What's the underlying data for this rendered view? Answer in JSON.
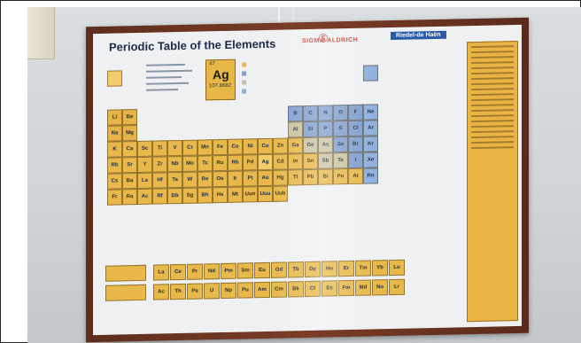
{
  "poster": {
    "title": "Periodic Table of the Elements",
    "sigma_brand": "SIGMA-ALDRICH",
    "riedel_brand": "Riedel-de Haën",
    "legend_element": {
      "number": "47",
      "symbol": "Ag",
      "mass": "107.8682"
    }
  },
  "periodic_rows": [
    {
      "period": 1,
      "cells": [
        {
          "g": 1,
          "sym": "",
          "cls": "hl"
        },
        {
          "g": 18,
          "sym": "",
          "cls": "noble"
        }
      ]
    },
    {
      "period": 2,
      "cells": [
        {
          "g": 1,
          "sym": "Li",
          "cls": "alkali"
        },
        {
          "g": 2,
          "sym": "Be",
          "cls": "alkali"
        },
        {
          "g": 13,
          "sym": "B",
          "cls": "nonmetal"
        },
        {
          "g": 14,
          "sym": "C",
          "cls": "nonmetal"
        },
        {
          "g": 15,
          "sym": "N",
          "cls": "nonmetal"
        },
        {
          "g": 16,
          "sym": "O",
          "cls": "nonmetal"
        },
        {
          "g": 17,
          "sym": "F",
          "cls": "nonmetal"
        },
        {
          "g": 18,
          "sym": "Ne",
          "cls": "noble"
        }
      ]
    },
    {
      "period": 3,
      "cells": [
        {
          "g": 1,
          "sym": "Na",
          "cls": "alkali"
        },
        {
          "g": 2,
          "sym": "Mg",
          "cls": "alkali"
        },
        {
          "g": 13,
          "sym": "Al",
          "cls": "metalloid"
        },
        {
          "g": 14,
          "sym": "Si",
          "cls": "nonmetal"
        },
        {
          "g": 15,
          "sym": "P",
          "cls": "nonmetal"
        },
        {
          "g": 16,
          "sym": "S",
          "cls": "nonmetal"
        },
        {
          "g": 17,
          "sym": "Cl",
          "cls": "nonmetal"
        },
        {
          "g": 18,
          "sym": "Ar",
          "cls": "noble"
        }
      ]
    },
    {
      "period": 4,
      "cells": [
        {
          "g": 1,
          "sym": "K",
          "cls": "trans"
        },
        {
          "g": 2,
          "sym": "Ca",
          "cls": "trans"
        },
        {
          "g": 3,
          "sym": "Sc",
          "cls": "trans"
        },
        {
          "g": 4,
          "sym": "Ti",
          "cls": "trans"
        },
        {
          "g": 5,
          "sym": "V",
          "cls": "trans"
        },
        {
          "g": 6,
          "sym": "Cr",
          "cls": "trans"
        },
        {
          "g": 7,
          "sym": "Mn",
          "cls": "trans"
        },
        {
          "g": 8,
          "sym": "Fe",
          "cls": "trans"
        },
        {
          "g": 9,
          "sym": "Co",
          "cls": "trans"
        },
        {
          "g": 10,
          "sym": "Ni",
          "cls": "trans"
        },
        {
          "g": 11,
          "sym": "Cu",
          "cls": "trans"
        },
        {
          "g": 12,
          "sym": "Zn",
          "cls": "trans"
        },
        {
          "g": 13,
          "sym": "Ga",
          "cls": "trans"
        },
        {
          "g": 14,
          "sym": "Ge",
          "cls": "metalloid"
        },
        {
          "g": 15,
          "sym": "As",
          "cls": "metalloid"
        },
        {
          "g": 16,
          "sym": "Se",
          "cls": "nonmetal"
        },
        {
          "g": 17,
          "sym": "Br",
          "cls": "nonmetal"
        },
        {
          "g": 18,
          "sym": "Kr",
          "cls": "noble"
        }
      ]
    },
    {
      "period": 5,
      "cells": [
        {
          "g": 1,
          "sym": "Rb",
          "cls": "trans"
        },
        {
          "g": 2,
          "sym": "Sr",
          "cls": "trans"
        },
        {
          "g": 3,
          "sym": "Y",
          "cls": "trans"
        },
        {
          "g": 4,
          "sym": "Zr",
          "cls": "trans"
        },
        {
          "g": 5,
          "sym": "Nb",
          "cls": "trans"
        },
        {
          "g": 6,
          "sym": "Mo",
          "cls": "trans"
        },
        {
          "g": 7,
          "sym": "Tc",
          "cls": "trans"
        },
        {
          "g": 8,
          "sym": "Ru",
          "cls": "trans"
        },
        {
          "g": 9,
          "sym": "Rh",
          "cls": "trans"
        },
        {
          "g": 10,
          "sym": "Pd",
          "cls": "trans"
        },
        {
          "g": 11,
          "sym": "Ag",
          "cls": "hl"
        },
        {
          "g": 12,
          "sym": "Cd",
          "cls": "trans"
        },
        {
          "g": 13,
          "sym": "In",
          "cls": "trans"
        },
        {
          "g": 14,
          "sym": "Sn",
          "cls": "trans"
        },
        {
          "g": 15,
          "sym": "Sb",
          "cls": "metalloid"
        },
        {
          "g": 16,
          "sym": "Te",
          "cls": "metalloid"
        },
        {
          "g": 17,
          "sym": "I",
          "cls": "nonmetal"
        },
        {
          "g": 18,
          "sym": "Xe",
          "cls": "noble"
        }
      ]
    },
    {
      "period": 6,
      "cells": [
        {
          "g": 1,
          "sym": "Cs",
          "cls": "trans"
        },
        {
          "g": 2,
          "sym": "Ba",
          "cls": "trans"
        },
        {
          "g": 3,
          "sym": "La",
          "cls": "trans"
        },
        {
          "g": 4,
          "sym": "Hf",
          "cls": "trans"
        },
        {
          "g": 5,
          "sym": "Ta",
          "cls": "trans"
        },
        {
          "g": 6,
          "sym": "W",
          "cls": "trans"
        },
        {
          "g": 7,
          "sym": "Re",
          "cls": "trans"
        },
        {
          "g": 8,
          "sym": "Os",
          "cls": "trans"
        },
        {
          "g": 9,
          "sym": "Ir",
          "cls": "trans"
        },
        {
          "g": 10,
          "sym": "Pt",
          "cls": "trans"
        },
        {
          "g": 11,
          "sym": "Au",
          "cls": "trans"
        },
        {
          "g": 12,
          "sym": "Hg",
          "cls": "trans"
        },
        {
          "g": 13,
          "sym": "Tl",
          "cls": "trans"
        },
        {
          "g": 14,
          "sym": "Pb",
          "cls": "trans"
        },
        {
          "g": 15,
          "sym": "Bi",
          "cls": "trans"
        },
        {
          "g": 16,
          "sym": "Po",
          "cls": "trans"
        },
        {
          "g": 17,
          "sym": "At",
          "cls": "trans"
        },
        {
          "g": 18,
          "sym": "Rn",
          "cls": "noble"
        }
      ]
    },
    {
      "period": 7,
      "cells": [
        {
          "g": 1,
          "sym": "Fr",
          "cls": "trans"
        },
        {
          "g": 2,
          "sym": "Ra",
          "cls": "trans"
        },
        {
          "g": 3,
          "sym": "Ac",
          "cls": "trans"
        },
        {
          "g": 4,
          "sym": "Rf",
          "cls": "trans"
        },
        {
          "g": 5,
          "sym": "Db",
          "cls": "trans"
        },
        {
          "g": 6,
          "sym": "Sg",
          "cls": "trans"
        },
        {
          "g": 7,
          "sym": "Bh",
          "cls": "trans"
        },
        {
          "g": 8,
          "sym": "Hs",
          "cls": "trans"
        },
        {
          "g": 9,
          "sym": "Mt",
          "cls": "trans"
        },
        {
          "g": 10,
          "sym": "Uun",
          "cls": "trans"
        },
        {
          "g": 11,
          "sym": "Uuu",
          "cls": "trans"
        },
        {
          "g": 12,
          "sym": "Uub",
          "cls": "trans"
        }
      ]
    }
  ],
  "f_block": [
    [
      "La",
      "Ce",
      "Pr",
      "Nd",
      "Pm",
      "Sm",
      "Eu",
      "Gd",
      "Tb",
      "Dy",
      "Ho",
      "Er",
      "Tm",
      "Yb",
      "Lu"
    ],
    [
      "Ac",
      "Th",
      "Pa",
      "U",
      "Np",
      "Pu",
      "Am",
      "Cm",
      "Bk",
      "Cf",
      "Es",
      "Fm",
      "Md",
      "No",
      "Lr"
    ]
  ],
  "colors": {
    "frame": "#6b3522",
    "metal": "#e8b94a",
    "nonmetal": "#7f9fcf",
    "wall": "#d3d9db"
  }
}
